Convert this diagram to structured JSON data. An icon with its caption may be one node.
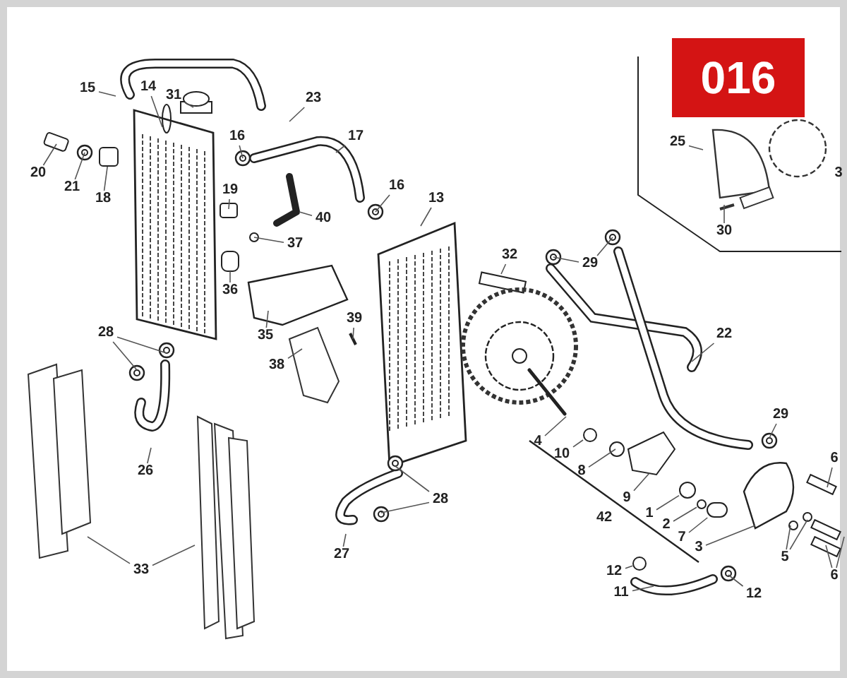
{
  "diagram": {
    "nodes": [
      {
        "text": [
          "15"
        ]
      },
      {
        "text": [
          "14"
        ]
      },
      {
        "text": [
          "31"
        ]
      },
      {
        "text": [
          "23"
        ]
      },
      {
        "text": [
          "16"
        ]
      },
      {
        "text": [
          "17"
        ]
      },
      {
        "text": [
          "25"
        ]
      },
      {
        "text": [
          "3"
        ]
      },
      {
        "text": [
          "20"
        ]
      },
      {
        "text": [
          "21"
        ]
      },
      {
        "text": [
          "18"
        ]
      },
      {
        "text": [
          "19"
        ]
      },
      {
        "text": [
          "16"
        ]
      },
      {
        "text": [
          "13"
        ]
      },
      {
        "text": [
          "40"
        ]
      },
      {
        "text": [
          "30"
        ]
      },
      {
        "text": [
          "37"
        ]
      },
      {
        "text": [
          "32"
        ]
      },
      {
        "text": [
          "29"
        ]
      },
      {
        "text": [
          "36"
        ]
      },
      {
        "text": [
          "39"
        ]
      },
      {
        "text": [
          "28"
        ]
      },
      {
        "text": [
          "22"
        ]
      },
      {
        "text": [
          "35"
        ]
      },
      {
        "text": [
          "38"
        ]
      },
      {
        "text": [
          "29"
        ]
      },
      {
        "text": [
          "4"
        ]
      },
      {
        "text": [
          "10"
        ]
      },
      {
        "text": [
          "6"
        ]
      },
      {
        "text": [
          "26"
        ]
      },
      {
        "text": [
          "8"
        ]
      },
      {
        "text": [
          "9"
        ]
      },
      {
        "text": [
          "28"
        ]
      },
      {
        "text": [
          "1"
        ]
      },
      {
        "text": [
          "2"
        ]
      },
      {
        "text": [
          "7"
        ]
      },
      {
        "text": [
          "3"
        ]
      },
      {
        "text": [
          "27"
        ]
      },
      {
        "text": [
          "5"
        ]
      },
      {
        "text": [
          "33"
        ]
      },
      {
        "text": [
          "12"
        ]
      },
      {
        "text": [
          "6"
        ]
      },
      {
        "text": [
          "11"
        ]
      },
      {
        "text": [
          "12"
        ]
      },
      {
        "text": [],
        "shape": "box"
      },
      {
        "text": [],
        "shape": "circle"
      },
      {
        "text": [],
        "shape": "circle"
      },
      {
        "text": [],
        "shape": "circle"
      },
      {
        "text": [],
        "shape": "circle"
      },
      {
        "text": [],
        "shape": "bar"
      },
      {
        "text": [],
        "shape": "bar"
      },
      {
        "text": [],
        "shape": "circle"
      }
    ],
    "edges": [
      {
        "from": 0,
        "to": null,
        "arrow": "none"
      },
      {
        "from": 1,
        "to": null,
        "arrow": "none"
      },
      {
        "from": 2,
        "to": null,
        "arrow": "none"
      },
      {
        "from": 3,
        "to": null,
        "arrow": "none"
      },
      {
        "from": 4,
        "to": null,
        "arrow": "none"
      },
      {
        "from": 5,
        "to": null,
        "arrow": "none"
      },
      {
        "from": 6,
        "to": null,
        "arrow": "none"
      },
      {
        "from": 8,
        "to": null,
        "arrow": "none"
      },
      {
        "from": 9,
        "to": null,
        "arrow": "none"
      },
      {
        "from": 10,
        "to": 44,
        "arrow": "none"
      },
      {
        "from": 11,
        "to": null,
        "arrow": "none"
      },
      {
        "from": 12,
        "to": null,
        "arrow": "none"
      },
      {
        "from": 13,
        "to": null,
        "arrow": "none"
      },
      {
        "from": 14,
        "to": 50,
        "arrow": "none"
      },
      {
        "from": 15,
        "to": null,
        "arrow": "none"
      },
      {
        "from": 16,
        "to": null,
        "arrow": "none"
      },
      {
        "from": 17,
        "to": null,
        "arrow": "none"
      },
      {
        "from": 18,
        "to": null,
        "arrow": "none"
      },
      {
        "from": 18,
        "to": null,
        "arrow": "none"
      },
      {
        "from": 19,
        "to": null,
        "arrow": "none"
      },
      {
        "from": 20,
        "to": null,
        "arrow": "none"
      },
      {
        "from": 21,
        "to": null,
        "arrow": "none"
      },
      {
        "from": 21,
        "to": null,
        "arrow": "none"
      },
      {
        "from": 22,
        "to": null,
        "arrow": "none"
      },
      {
        "from": 23,
        "to": null,
        "arrow": "none"
      },
      {
        "from": 24,
        "to": null,
        "arrow": "none"
      },
      {
        "from": 25,
        "to": null,
        "arrow": "none"
      },
      {
        "from": 26,
        "to": 49,
        "arrow": "none"
      },
      {
        "from": 27,
        "to": 45,
        "arrow": "none"
      },
      {
        "from": 28,
        "to": null,
        "arrow": "none"
      },
      {
        "from": 29,
        "to": null,
        "arrow": "none"
      },
      {
        "from": 30,
        "to": null,
        "arrow": "none"
      },
      {
        "from": 31,
        "to": null,
        "arrow": "none"
      },
      {
        "from": 32,
        "to": null,
        "arrow": "none"
      },
      {
        "from": 32,
        "to": null,
        "arrow": "none"
      },
      {
        "from": 33,
        "to": 51,
        "arrow": "none"
      },
      {
        "from": 34,
        "to": 46,
        "arrow": "none"
      },
      {
        "from": 35,
        "to": 47,
        "arrow": "none"
      },
      {
        "from": 36,
        "to": null,
        "arrow": "none"
      },
      {
        "from": 37,
        "to": null,
        "arrow": "none"
      },
      {
        "from": 38,
        "to": null,
        "arrow": "none"
      },
      {
        "from": 38,
        "to": null,
        "arrow": "none"
      },
      {
        "from": 39,
        "to": null,
        "arrow": "none"
      },
      {
        "from": 39,
        "to": null,
        "arrow": "none"
      },
      {
        "from": 40,
        "to": 48,
        "arrow": "none"
      },
      {
        "from": 41,
        "to": null,
        "arrow": "none"
      },
      {
        "from": 41,
        "to": null,
        "arrow": "none"
      },
      {
        "from": 42,
        "to": null,
        "arrow": "none"
      },
      {
        "from": 43,
        "to": null,
        "arrow": "none"
      }
    ],
    "labels": [
      "016",
      "42"
    ]
  }
}
